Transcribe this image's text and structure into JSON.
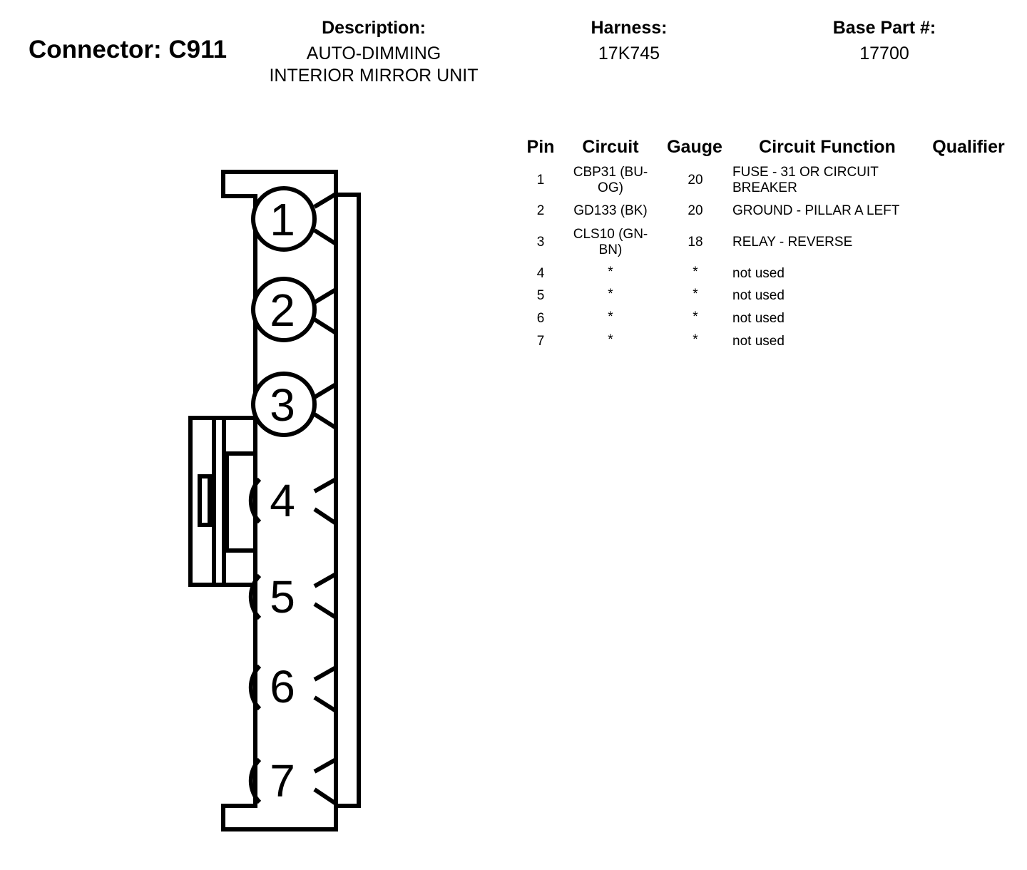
{
  "header": {
    "connector_title": "Connector: C911",
    "description_label": "Description:",
    "description_lines": [
      "AUTO-DIMMING",
      "INTERIOR MIRROR UNIT"
    ],
    "harness_label": "Harness:",
    "harness_value": "17K745",
    "base_part_label": "Base Part #:",
    "base_part_value": "17700"
  },
  "diagram": {
    "pin_labels": [
      "1",
      "2",
      "3",
      "4",
      "5",
      "6",
      "7"
    ]
  },
  "table": {
    "headers": {
      "pin": "Pin",
      "circuit": "Circuit",
      "gauge": "Gauge",
      "function": "Circuit Function",
      "qualifier": "Qualifier"
    },
    "rows": [
      {
        "pin": "1",
        "circuit": [
          "CBP31 (BU-",
          "OG)"
        ],
        "gauge": "20",
        "function": [
          "FUSE - 31 OR CIRCUIT",
          "BREAKER"
        ],
        "qualifier": ""
      },
      {
        "pin": "2",
        "circuit": [
          "GD133 (BK)"
        ],
        "gauge": "20",
        "function": [
          "GROUND - PILLAR A LEFT"
        ],
        "qualifier": ""
      },
      {
        "pin": "3",
        "circuit": [
          "CLS10 (GN-",
          "BN)"
        ],
        "gauge": "18",
        "function": [
          "RELAY - REVERSE"
        ],
        "qualifier": ""
      },
      {
        "pin": "4",
        "circuit": [
          "*"
        ],
        "gauge": "*",
        "function": [
          "not used"
        ],
        "qualifier": ""
      },
      {
        "pin": "5",
        "circuit": [
          "*"
        ],
        "gauge": "*",
        "function": [
          "not used"
        ],
        "qualifier": ""
      },
      {
        "pin": "6",
        "circuit": [
          "*"
        ],
        "gauge": "*",
        "function": [
          "not used"
        ],
        "qualifier": ""
      },
      {
        "pin": "7",
        "circuit": [
          "*"
        ],
        "gauge": "*",
        "function": [
          "not used"
        ],
        "qualifier": ""
      }
    ]
  }
}
